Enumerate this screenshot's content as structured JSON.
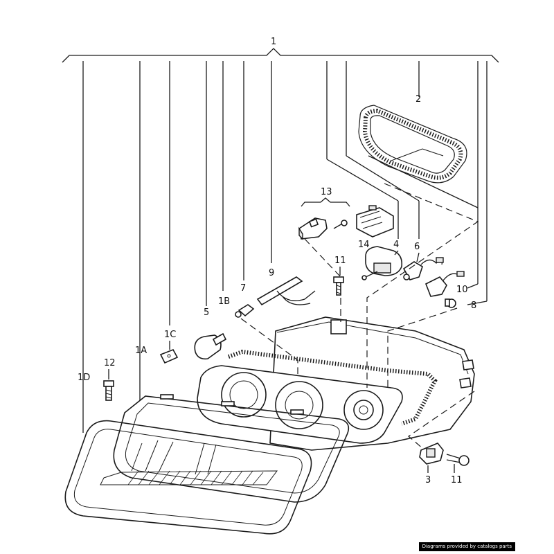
{
  "callouts": {
    "c1": "1",
    "c2": "2",
    "c3": "3",
    "c4": "4",
    "c5": "5",
    "c6": "6",
    "c7": "7",
    "c8": "8",
    "c9": "9",
    "c10": "10",
    "c11a": "11",
    "c11b": "11",
    "c12": "12",
    "c13": "13",
    "c14": "14",
    "c1A": "1A",
    "c1B": "1B",
    "c1C": "1C",
    "c1D": "1D"
  },
  "credit": "Diagrams provided by catalogs parts"
}
